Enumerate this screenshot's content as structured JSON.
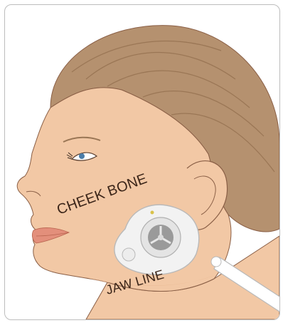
{
  "labels": {
    "cheek_bone": "CHEEK BONE",
    "jaw_line": "JAW LINE"
  },
  "colors": {
    "skin": "#f2c8a5",
    "skin_shadow": "#e9b994",
    "hair": "#b5916f",
    "hair_dark": "#9a7655",
    "outline": "#8a5f46",
    "lip": "#e38f7b",
    "device_body": "#f2f2f2",
    "device_edge": "#b9b9b9",
    "label_text": "#3a2418"
  },
  "illustration": {
    "subject": "profile-of-woman-face-left",
    "device": "facial-massage-device-with-long-handle"
  }
}
